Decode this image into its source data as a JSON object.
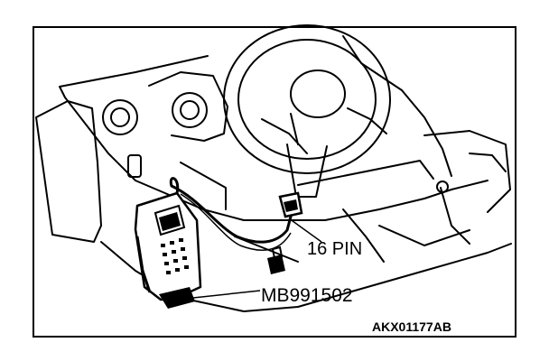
{
  "figure": {
    "callouts": {
      "connector_label": "16 PIN",
      "tool_label": "MB991502",
      "figure_code": "AKX01177AB"
    },
    "colors": {
      "ink": "#000000",
      "paper": "#ffffff"
    },
    "icons": {
      "scan_tool": "handheld-scan-tool-icon",
      "connector": "diagnosis-connector-icon"
    }
  }
}
